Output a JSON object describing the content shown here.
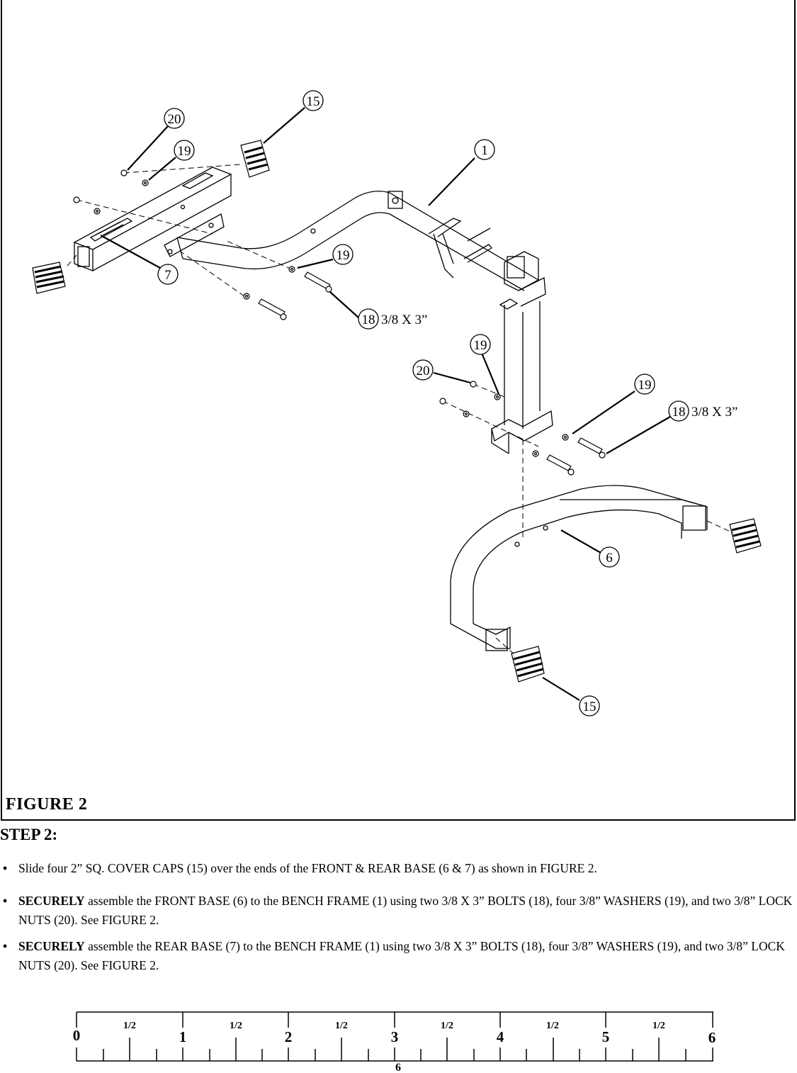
{
  "figure": {
    "label": "FIGURE  2",
    "callouts": {
      "c15_top": "15",
      "c20_top": "20",
      "c19_top": "19",
      "c1": "1",
      "c7": "7",
      "c19_mid": "19",
      "c18_left": "18",
      "c18_left_size": "3/8 X 3”",
      "c19_right_a": "19",
      "c20_right": "20",
      "c19_right_b": "19",
      "c18_right": "18",
      "c18_right_size": "3/8 X 3”",
      "c6": "6",
      "c15_bottom": "15"
    }
  },
  "step": {
    "title": "STEP 2:",
    "bullets": [
      {
        "bold": "",
        "text": "Slide four 2” SQ. COVER CAPS (15) over the ends of the FRONT & REAR BASE (6 & 7) as shown in FIGURE 2."
      },
      {
        "bold": "SECURELY",
        "text": " assemble the FRONT BASE (6) to the BENCH FRAME (1) using two 3/8 X 3” BOLTS (18), four 3/8” WASHERS (19), and two 3/8” LOCK NUTS (20). See FIGURE 2."
      },
      {
        "bold": "SECURELY",
        "text": " assemble the REAR BASE (7) to the BENCH FRAME (1) using two 3/8 X 3” BOLTS (18), four 3/8” WASHERS (19), and two 3/8” LOCK NUTS (20). See FIGURE 2."
      }
    ],
    "bullet_symbol": "•"
  },
  "ruler": {
    "inch_labels": [
      "0",
      "1",
      "2",
      "3",
      "4",
      "5",
      "6"
    ],
    "half_label": "1/2",
    "page_number": "6"
  }
}
